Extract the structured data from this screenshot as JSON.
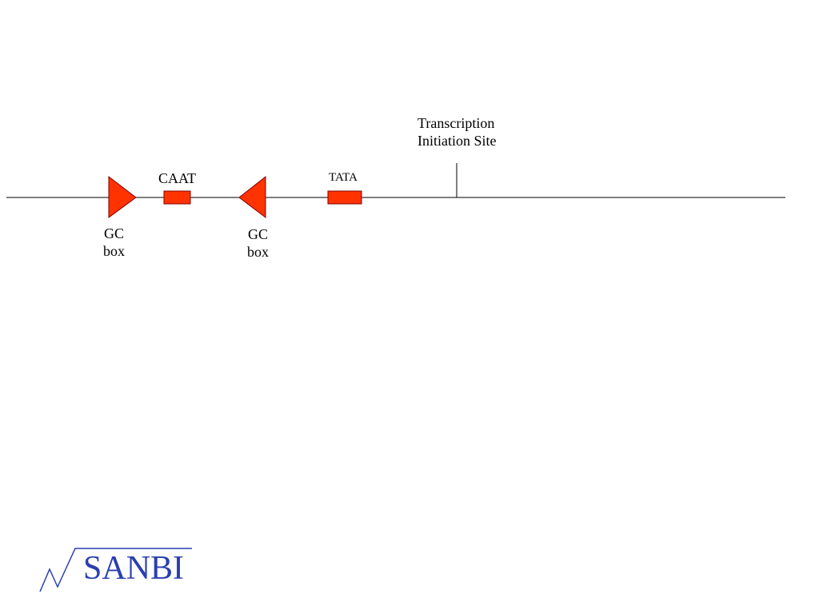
{
  "diagram": {
    "tis_label_line1": "Transcription",
    "tis_label_line2": "Initiation Site",
    "caat_label": "CAAT",
    "tata_label": "TATA",
    "gc_box_1_line1": "GC",
    "gc_box_1_line2": "box",
    "gc_box_2_line1": "GC",
    "gc_box_2_line2": "box",
    "element_color": "#ff3300",
    "element_outline_color": "#800000",
    "line_color": "#000000"
  },
  "logo": {
    "text": "SANBI",
    "color": "#2a3fb0"
  }
}
